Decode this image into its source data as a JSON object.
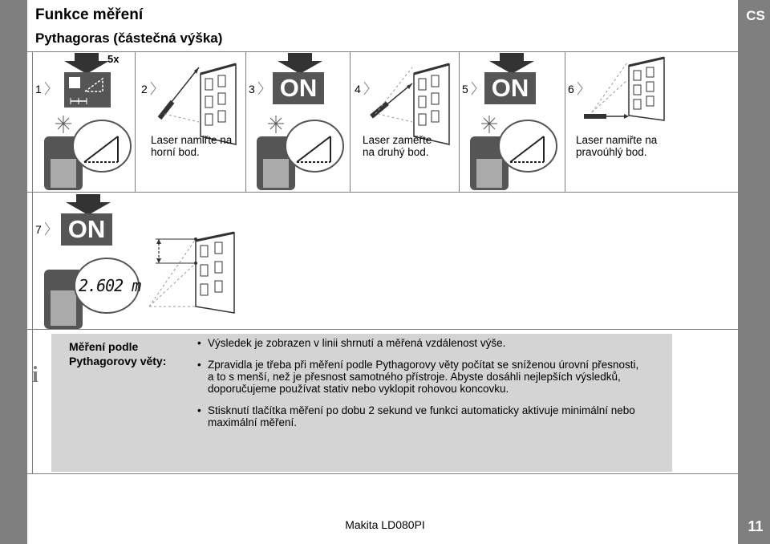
{
  "header": {
    "title": "Funkce měření",
    "subtitle": "Pythagoras (částečná výška)",
    "language": "CS"
  },
  "steps": [
    {
      "num": "1",
      "badge": "5x",
      "caption": ""
    },
    {
      "num": "2",
      "caption_lines": [
        "Laser namiřte na",
        "horní bod."
      ]
    },
    {
      "num": "3",
      "button": "ON"
    },
    {
      "num": "4",
      "caption_lines": [
        "Laser zaměřte",
        "na druhý bod."
      ]
    },
    {
      "num": "5",
      "button": "ON"
    },
    {
      "num": "6",
      "caption_lines": [
        "Laser namiřte na",
        "pravoúhlý bod."
      ]
    },
    {
      "num": "7",
      "button": "ON",
      "display_value": "2.602 m"
    }
  ],
  "info": {
    "heading_lines": [
      "Měření podle",
      "Pythagorovy věty:"
    ],
    "bullets": [
      "Výsledek je zobrazen v linii shrnutí a měřená vzdálenost výše.",
      "Zpravidla je třeba při měření podle Pythagorovy věty počítat se sníženou úrovní přesnosti, a to s menší, než je přesnost samotného přístroje. Abyste dosáhli nejlepších výsledků, doporučujeme používat stativ nebo vyklopit rohovou koncovku.",
      "Stisknutí tlačítka měření po dobu 2 sekund ve funkci automaticky aktivuje minimální nebo maximální měření."
    ]
  },
  "footer": {
    "text": "Makita LD080PI",
    "page_number": "11"
  },
  "colors": {
    "sidebar": "#7f7f7f",
    "button_bg": "#555555",
    "info_bg": "#d4d4d4"
  }
}
